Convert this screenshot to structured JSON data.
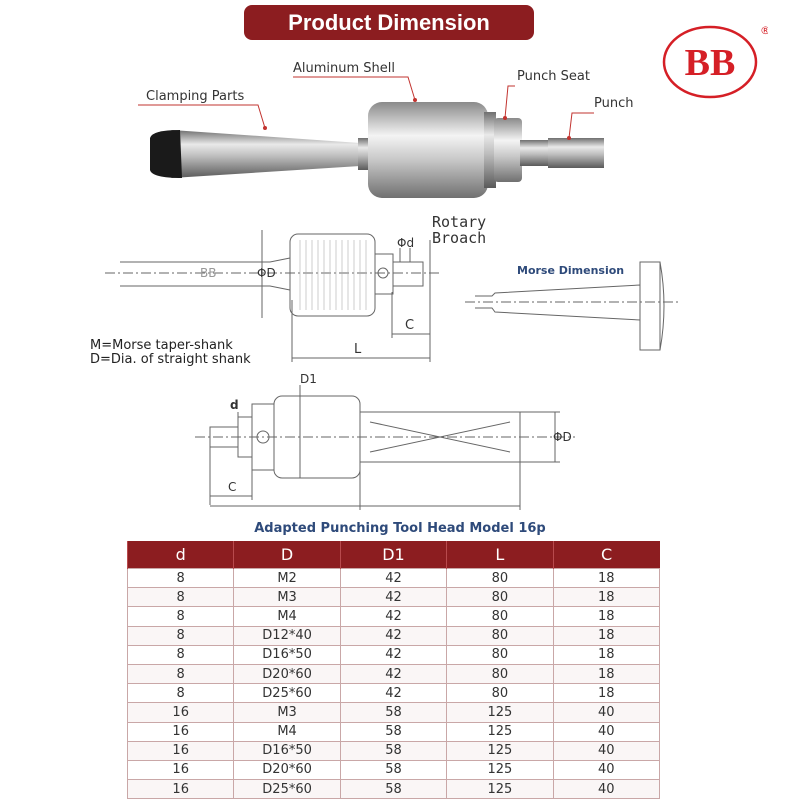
{
  "header": {
    "title": "Product Dimension"
  },
  "logo": {
    "text": "BB",
    "mark": "®",
    "color": "#d51f26"
  },
  "photo_labels": {
    "clamping": "Clamping Parts",
    "shell": "Aluminum Shell",
    "seat": "Punch Seat",
    "punch": "Punch"
  },
  "drawing1": {
    "rotary_line1": "Rotary",
    "rotary_line2": "Broach",
    "phi_d": "Φd",
    "phi_D": "ΦD",
    "bb": "BB",
    "c": "C",
    "l": "L"
  },
  "morse": {
    "title": "Morse Dimension"
  },
  "notes": {
    "line1": "M=Morse taper-shank",
    "line2": "D=Dia. of straight shank"
  },
  "drawing2": {
    "d": "d",
    "D1": "D1",
    "phi_D": "ΦD",
    "c": "C"
  },
  "table": {
    "title": "Adapted Punching Tool Head Model 16p",
    "columns": [
      "d",
      "D",
      "D1",
      "L",
      "C"
    ],
    "rows": [
      [
        "8",
        "M2",
        "42",
        "80",
        "18"
      ],
      [
        "8",
        "M3",
        "42",
        "80",
        "18"
      ],
      [
        "8",
        "M4",
        "42",
        "80",
        "18"
      ],
      [
        "8",
        "D12*40",
        "42",
        "80",
        "18"
      ],
      [
        "8",
        "D16*50",
        "42",
        "80",
        "18"
      ],
      [
        "8",
        "D20*60",
        "42",
        "80",
        "18"
      ],
      [
        "8",
        "D25*60",
        "42",
        "80",
        "18"
      ],
      [
        "16",
        "M3",
        "58",
        "125",
        "40"
      ],
      [
        "16",
        "M4",
        "58",
        "125",
        "40"
      ],
      [
        "16",
        "D16*50",
        "58",
        "125",
        "40"
      ],
      [
        "16",
        "D20*60",
        "58",
        "125",
        "40"
      ],
      [
        "16",
        "D25*60",
        "58",
        "125",
        "40"
      ]
    ]
  }
}
